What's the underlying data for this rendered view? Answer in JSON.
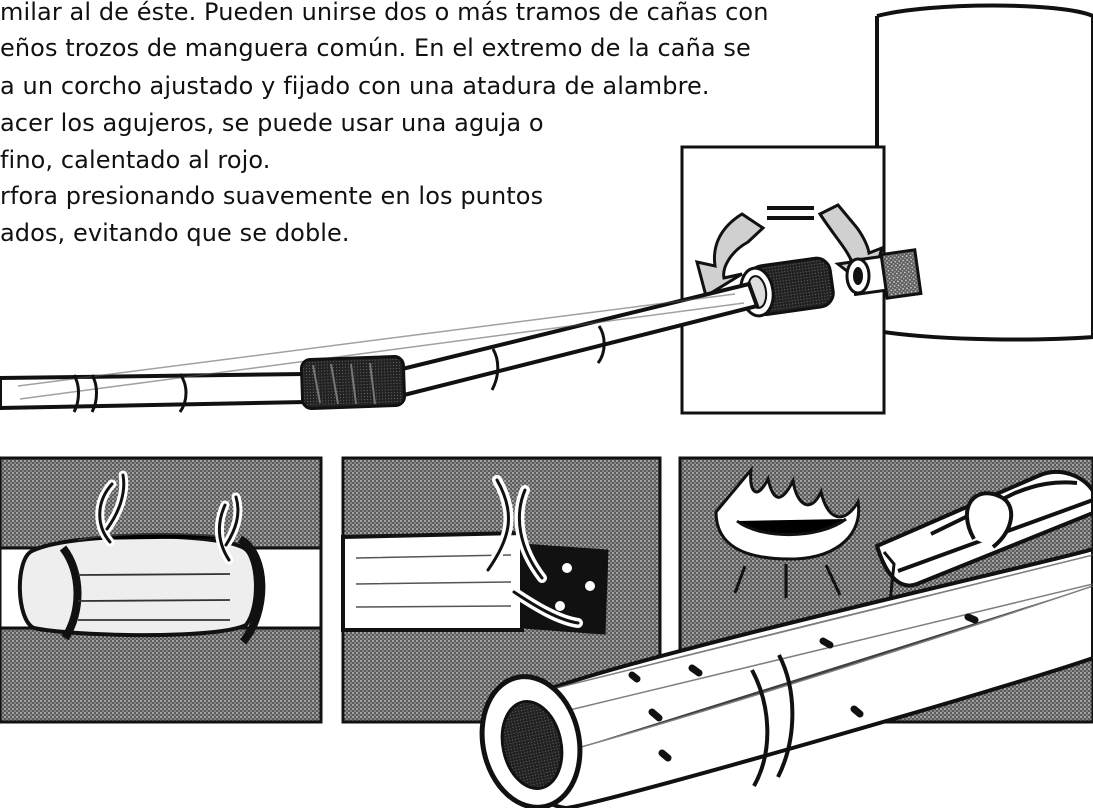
{
  "text": {
    "lines": [
      "milar al de éste. Pueden unirse dos o más tramos de cañas con",
      "eños trozos de manguera común. En el extremo de la caña se",
      "a un corcho ajustado y fijado con una atadura de alambre.",
      "acer los agujeros, se puede usar una aguja o",
      "fino, calentado al rojo.",
      "rfora presionando suavemente en los puntos",
      "ados, evitando que se doble."
    ]
  },
  "illustration": {
    "colors": {
      "ink": "#111111",
      "paper": "#ffffff",
      "shade": "#9a9a9a",
      "dark_shade": "#2d2d2d"
    }
  }
}
